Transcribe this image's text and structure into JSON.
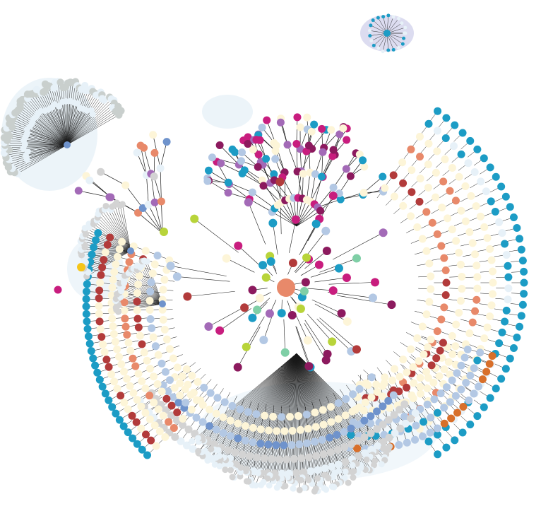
{
  "diagram": {
    "type": "radial-tree-network",
    "label": "",
    "node_palette": {
      "cream": "#fdf5d8",
      "pale_blue": "#e7f1f8",
      "light_blue": "#b3c8e4",
      "mid_blue": "#6f93cc",
      "teal": "#1c9cc5",
      "grey": "#d3d3d3",
      "grey_green": "#c9cfcd",
      "magenta": "#c81d7e",
      "plum": "#8c1a5e",
      "purple": "#a36ab7",
      "rust": "#b23b3b",
      "salmon": "#e8896a",
      "orange": "#d86f2a",
      "lime": "#b8d43a",
      "mint": "#7fcfa6",
      "yellow": "#f5c518",
      "lavender_hull": "#dcdcf0"
    },
    "edge_color": "#1a1a1a",
    "clusters": [
      {
        "name": "top-left-fan",
        "fill": "grey_green",
        "rim": "pale_blue"
      },
      {
        "name": "top-lavender-hub",
        "fill": "lavender_hull"
      },
      {
        "name": "upper-branches",
        "fill": "cream"
      },
      {
        "name": "right-arcs",
        "fill": "rust"
      },
      {
        "name": "lower-right-arcs",
        "fill": "light_blue"
      },
      {
        "name": "bottom-fan",
        "fill": "grey"
      },
      {
        "name": "left-arcs",
        "fill": "cream"
      },
      {
        "name": "central-core",
        "fill": "plum"
      }
    ]
  }
}
